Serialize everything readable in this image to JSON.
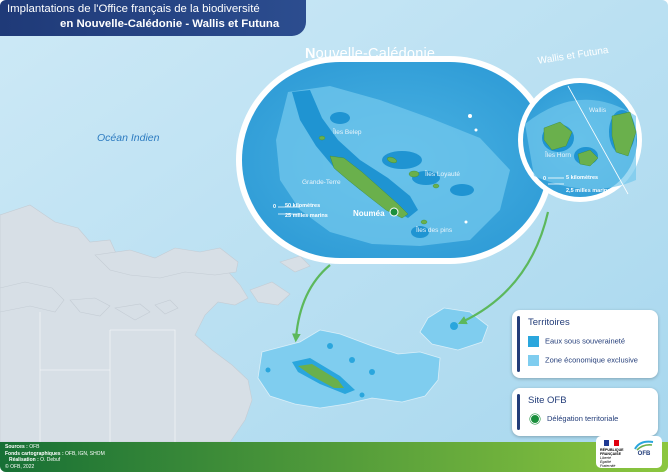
{
  "title": {
    "line1": "Implantations de l'Office français de la biodiversité",
    "line2": "en Nouvelle-Calédonie - Wallis et Futuna"
  },
  "map_labels": {
    "ocean": "Océan Indien",
    "nc_title_initial": "N",
    "nc_title_rest": "ouvelle-Calédonie",
    "wf_title": "Wallis et Futuna",
    "iles_belep": "Îles Belep",
    "grande_terre": "Grande-Terre",
    "iles_loyaute": "Îles Loyauté",
    "noumea": "Nouméa",
    "iles_des_pins": "Îles des pins",
    "wallis": "Wallis",
    "iles_horn": "Îles Horn"
  },
  "scales": {
    "nc_km": "50 kilomètres",
    "nc_nm": "25 milles marins",
    "nc_zero": "0",
    "wf_km": "5 kilomètres",
    "wf_nm": "2,5 milles marins",
    "wf_zero": "0"
  },
  "legend": {
    "territoires": {
      "title": "Territoires",
      "items": [
        {
          "label": "Eaux sous souveraineté",
          "color": "#2aa6dd"
        },
        {
          "label": "Zone économique exclusive",
          "color": "#7fcdef"
        }
      ]
    },
    "site": {
      "title": "Site OFB",
      "items": [
        {
          "label": "Délégation territoriale",
          "color": "#1a8f3c"
        }
      ]
    }
  },
  "footer": {
    "sources_label": "Sources :",
    "sources_value": "OFB",
    "fonds_label": "Fonds cartographiques :",
    "fonds_value": "OFB, IGN, SHOM",
    "realisation_label": "Réalisation :",
    "realisation_value": "O. Debuf",
    "copyright": "© OFB, 2022"
  },
  "logos": {
    "rf_line1": "RÉPUBLIQUE",
    "rf_line2": "FRANÇAISE",
    "rf_line3": "Liberté",
    "rf_line4": "Égalité",
    "rf_line5": "Fraternité",
    "ofb": "OFB"
  },
  "colors": {
    "sea": "#bfe2f3",
    "land": "#d4dde4",
    "eez": "#7fcdef",
    "territorial": "#2aa6dd",
    "island": "#6ab04c",
    "accent": "#233d79",
    "arrow": "#5cb85c"
  }
}
